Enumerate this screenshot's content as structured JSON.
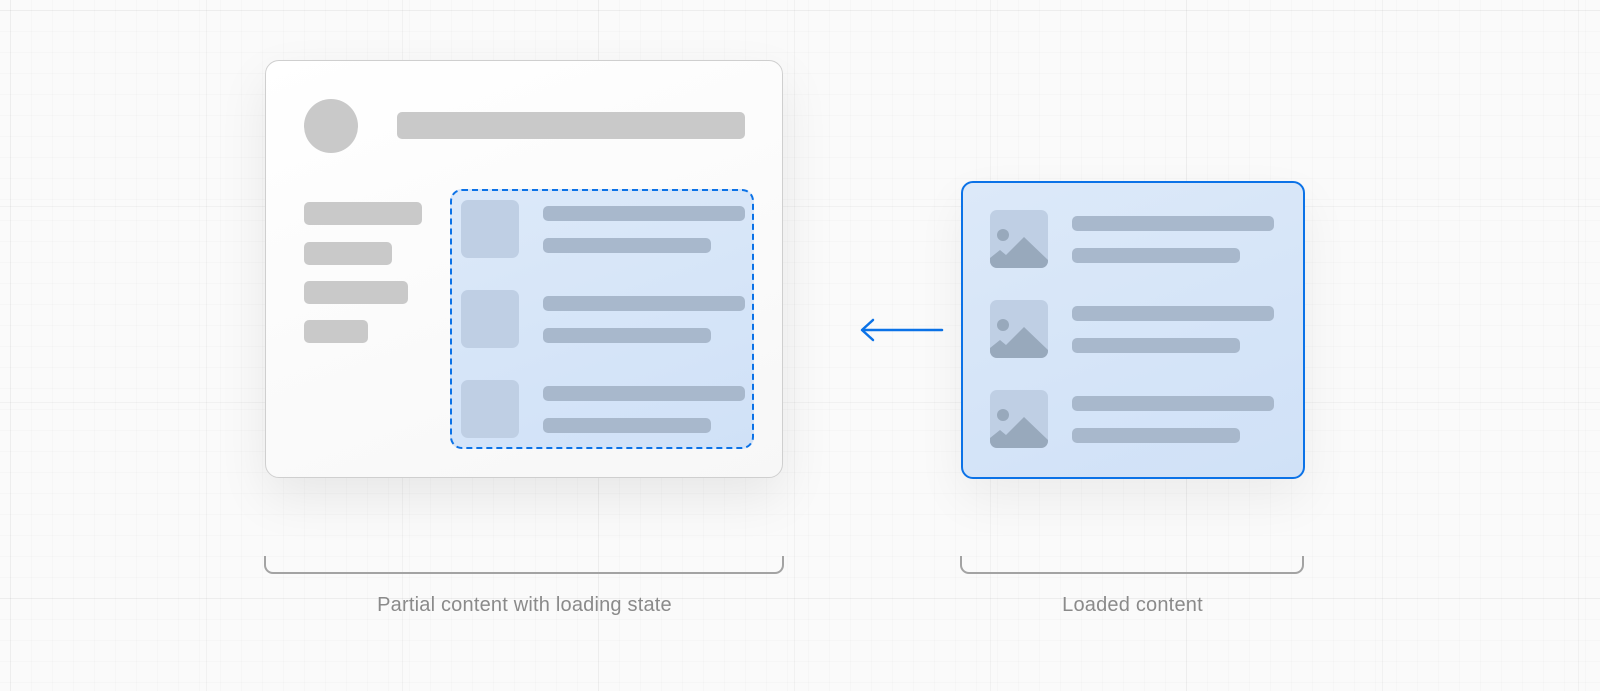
{
  "diagram": {
    "left_panel": {
      "caption": "Partial content with loading state",
      "state": "loading",
      "skeleton": {
        "avatar": true,
        "title_bar": true,
        "sidebar_bars": 4,
        "list_items": 3
      }
    },
    "right_panel": {
      "caption": "Loaded content",
      "state": "loaded",
      "list_items": 3,
      "item_icon": "image-icon"
    },
    "arrow": {
      "direction": "left",
      "icon": "arrow-left-icon"
    },
    "colors": {
      "accent": "#0b72e7",
      "skeleton_gray": "#c9c9c9",
      "skeleton_blue": "#a8b8cc",
      "highlight_fill": "#d6e6f9",
      "caption_text": "#8a8a8a",
      "bracket": "#a3a3a3"
    }
  }
}
